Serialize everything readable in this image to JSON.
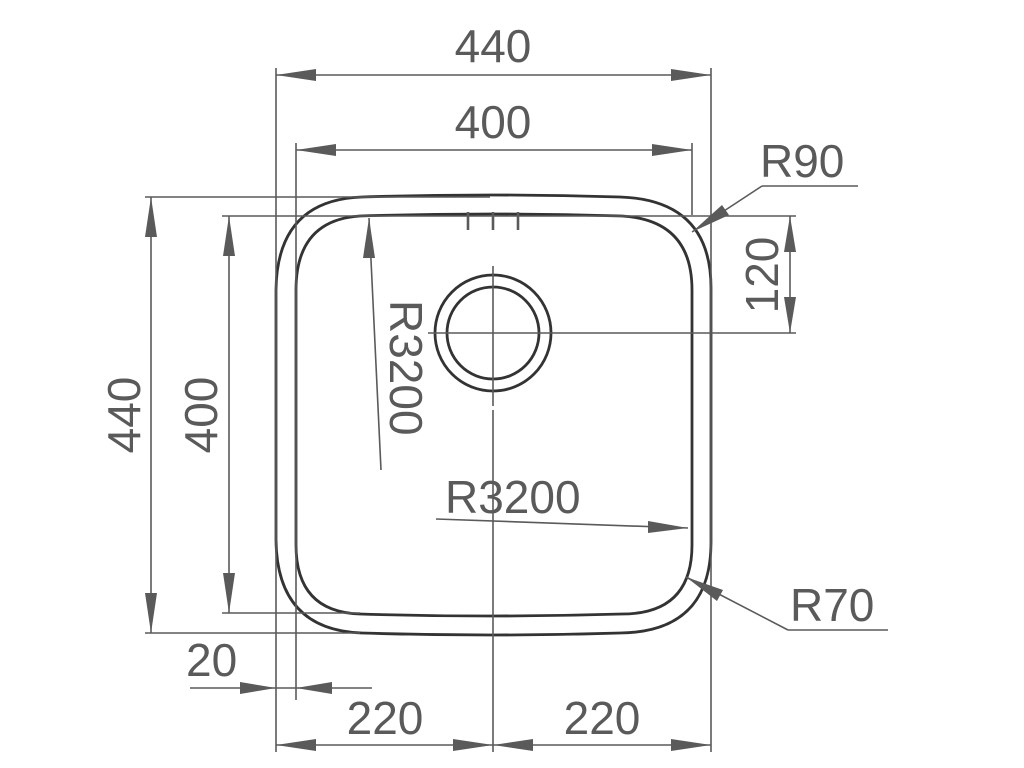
{
  "drawing": {
    "dimensions": {
      "outer_width": "440",
      "inner_width": "400",
      "outer_height": "440",
      "inner_height": "400",
      "radius_outer_corner": "R90",
      "radius_inner_corner": "R70",
      "drain_offset": "120",
      "radius_side_vertical": "R3200",
      "radius_side_horizontal": "R3200",
      "rim_width": "20",
      "half_width_left": "220",
      "half_width_right": "220"
    }
  }
}
